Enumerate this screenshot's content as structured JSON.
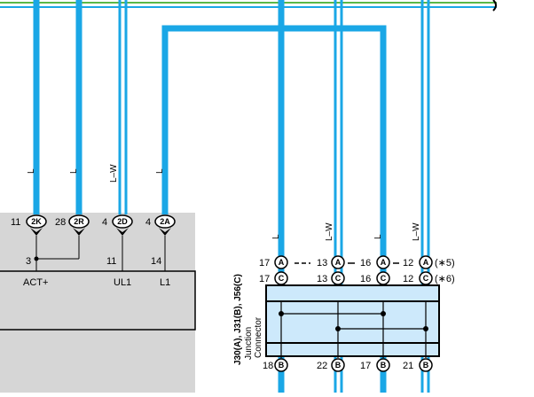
{
  "ecu": {
    "pins": [
      {
        "number": "11",
        "connector": "2K"
      },
      {
        "number": "28",
        "connector": "2R"
      },
      {
        "number": "4",
        "connector": "2D"
      },
      {
        "number": "4",
        "connector": "2A"
      }
    ],
    "signals": [
      {
        "pin": "3",
        "name": "ACT+"
      },
      {
        "pin": "11",
        "name": "UL1"
      },
      {
        "pin": "14",
        "name": "L1"
      }
    ]
  },
  "wire_colors": {
    "w1": "L",
    "w2": "L",
    "w3": "L–W",
    "w4": "L",
    "jc1": "L",
    "jc2": "L–W",
    "jc3": "L",
    "jc4": "L–W"
  },
  "junction_connector": {
    "title_line1": "J30(A), J31(B), J56(C)",
    "title_line2": "Junction",
    "title_line3": "Connector",
    "row_a": {
      "pins": [
        {
          "number": "17",
          "letter": "A"
        },
        {
          "number": "13",
          "letter": "A"
        },
        {
          "number": "16",
          "letter": "A"
        },
        {
          "number": "12",
          "letter": "A"
        }
      ],
      "note": "(∗5)"
    },
    "row_c": {
      "pins": [
        {
          "number": "17",
          "letter": "C"
        },
        {
          "number": "13",
          "letter": "C"
        },
        {
          "number": "16",
          "letter": "C"
        },
        {
          "number": "12",
          "letter": "C"
        }
      ],
      "note": "(∗6)"
    },
    "row_b": {
      "pins": [
        {
          "number": "18",
          "letter": "B"
        },
        {
          "number": "22",
          "letter": "B"
        },
        {
          "number": "17",
          "letter": "B"
        },
        {
          "number": "21",
          "letter": "B"
        }
      ]
    }
  },
  "colors": {
    "wire_blue": "#1aa7e6",
    "wire_green": "#5ab848",
    "box_fill": "#d6d6d6",
    "connector_fill": "#cde9fb"
  }
}
